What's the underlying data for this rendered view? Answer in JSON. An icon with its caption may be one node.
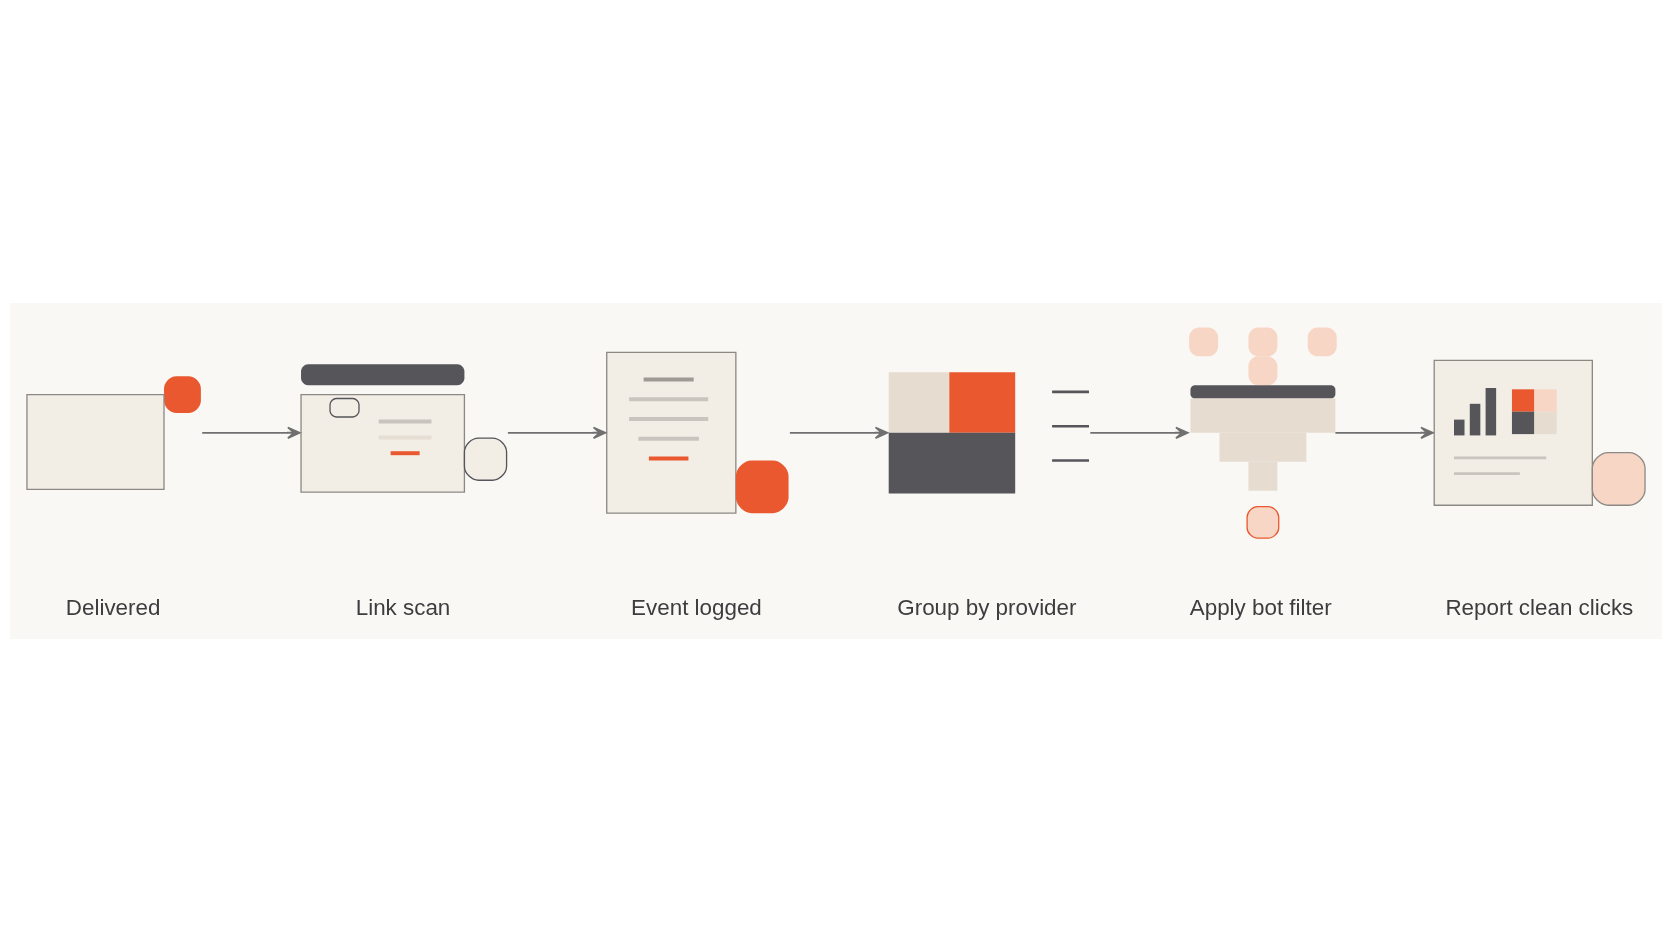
{
  "diagram": {
    "nodes": [
      {
        "text": [
          "Delivered"
        ]
      },
      {
        "text": [
          "Link scan"
        ]
      },
      {
        "text": [
          "Event logged"
        ]
      },
      {
        "text": [
          "Group by provider"
        ]
      },
      {
        "text": [
          "Apply bot filter"
        ]
      },
      {
        "text": [
          "Report clean clicks"
        ]
      }
    ],
    "edges": [
      {
        "from": 0,
        "to": 1,
        "arrow": "to"
      },
      {
        "from": 1,
        "to": 2,
        "arrow": "to"
      },
      {
        "from": 2,
        "to": 3,
        "arrow": "to"
      },
      {
        "from": 3,
        "to": 4,
        "arrow": "to"
      },
      {
        "from": 4,
        "to": 5,
        "arrow": "to"
      }
    ]
  }
}
